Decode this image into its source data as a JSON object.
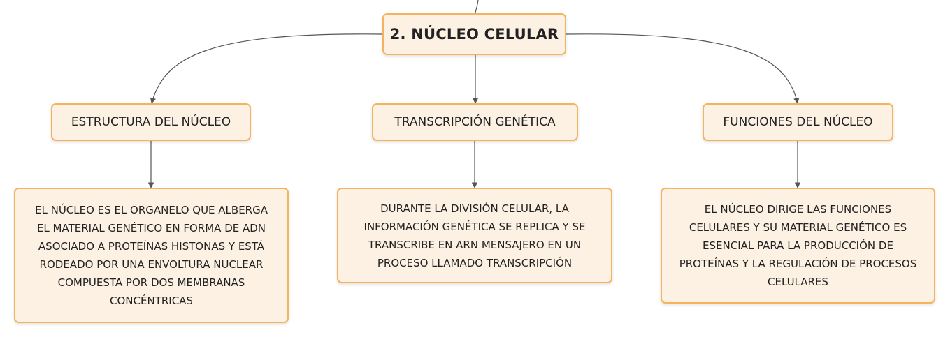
{
  "root": {
    "label": "2. NÚCLEO CELULAR"
  },
  "branches": [
    {
      "title": "ESTRUCTURA DEL NÚCLEO",
      "detail_lines": [
        "EL NÚCLEO ES EL ORGANELO QUE ALBERGA",
        "EL MATERIAL GENÉTICO EN FORMA DE ADN",
        "ASOCIADO A PROTEÍNAS HISTONAS Y ESTÁ",
        "RODEADO POR UNA ENVOLTURA NUCLEAR",
        "COMPUESTA POR DOS MEMBRANAS",
        "CONCÉNTRICAS"
      ]
    },
    {
      "title": "TRANSCRIPCIÓN GENÉTICA",
      "detail_lines": [
        "DURANTE LA DIVISIÓN CELULAR, LA",
        "INFORMACIÓN GENÉTICA SE REPLICA Y SE",
        "TRANSCRIBE EN ARN MENSAJERO EN UN",
        "PROCESO LLAMADO TRANSCRIPCIÓN"
      ]
    },
    {
      "title": "FUNCIONES DEL NÚCLEO",
      "detail_lines": [
        "EL NÚCLEO DIRIGE LAS FUNCIONES",
        "CELULARES Y SU MATERIAL GENÉTICO ES",
        "ESENCIAL PARA LA PRODUCCIÓN DE",
        "PROTEÍNAS Y LA REGULACIÓN DE PROCESOS",
        "CELULARES"
      ]
    }
  ],
  "colors": {
    "node_fill": "#fdf1e3",
    "node_border": "#f5b35e",
    "connector": "#555555"
  }
}
